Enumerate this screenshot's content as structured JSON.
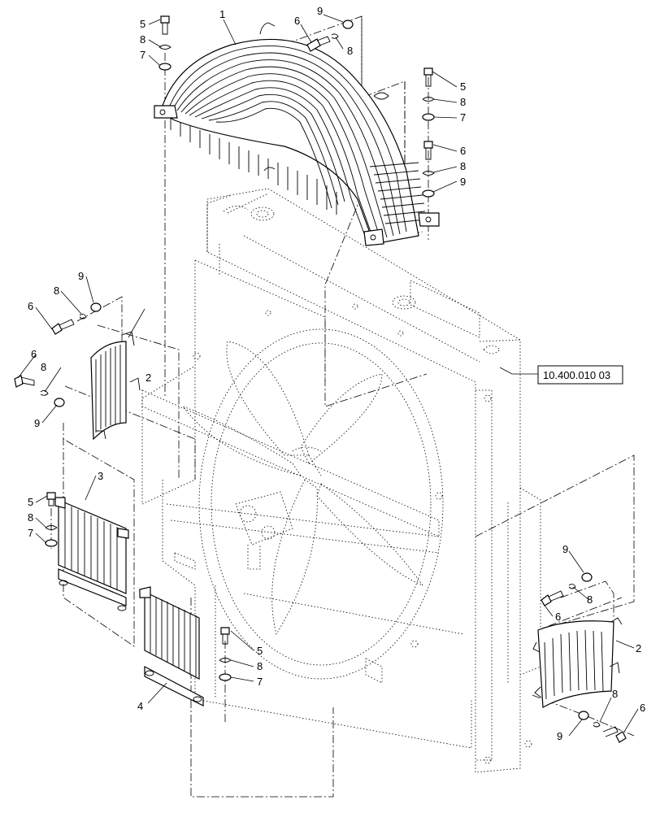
{
  "diagram": {
    "reference_label": "10.400.010 03",
    "callouts": [
      "1",
      "2",
      "2",
      "3",
      "4",
      "5",
      "5",
      "5",
      "5",
      "6",
      "6",
      "6",
      "6",
      "6",
      "7",
      "7",
      "7",
      "7",
      "8",
      "8",
      "8",
      "8",
      "8",
      "8",
      "8",
      "9",
      "9",
      "9",
      "9",
      "9"
    ]
  }
}
